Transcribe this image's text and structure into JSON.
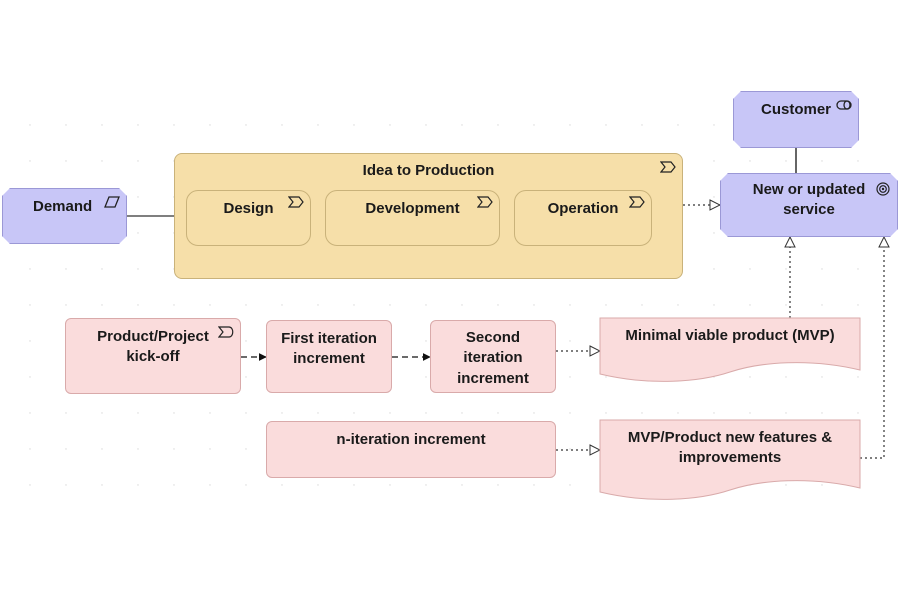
{
  "diagram": {
    "nodes": {
      "demand": "Demand",
      "idea_to_production": "Idea to Production",
      "design": "Design",
      "development": "Development",
      "operation": "Operation",
      "customer": "Customer",
      "service": "New or updated service",
      "kickoff": "Product/Project kick-off",
      "first_iteration": "First iteration increment",
      "second_iteration": "Second iteration increment",
      "n_iteration": "n-iteration increment",
      "mvp": "Minimal viable product (MVP)",
      "mvp_features": "MVP/Product new features & improvements"
    },
    "icons": {
      "demand": "parallelogram-icon",
      "process": "process-arrow-icon",
      "customer": "role-cylinder-icon",
      "service": "target-icon",
      "event": "event-icon"
    },
    "colors": {
      "business": "#c8c6f7",
      "strategy": "#f6dfa9",
      "implementation": "#fadcdc",
      "line": "#333333"
    }
  }
}
